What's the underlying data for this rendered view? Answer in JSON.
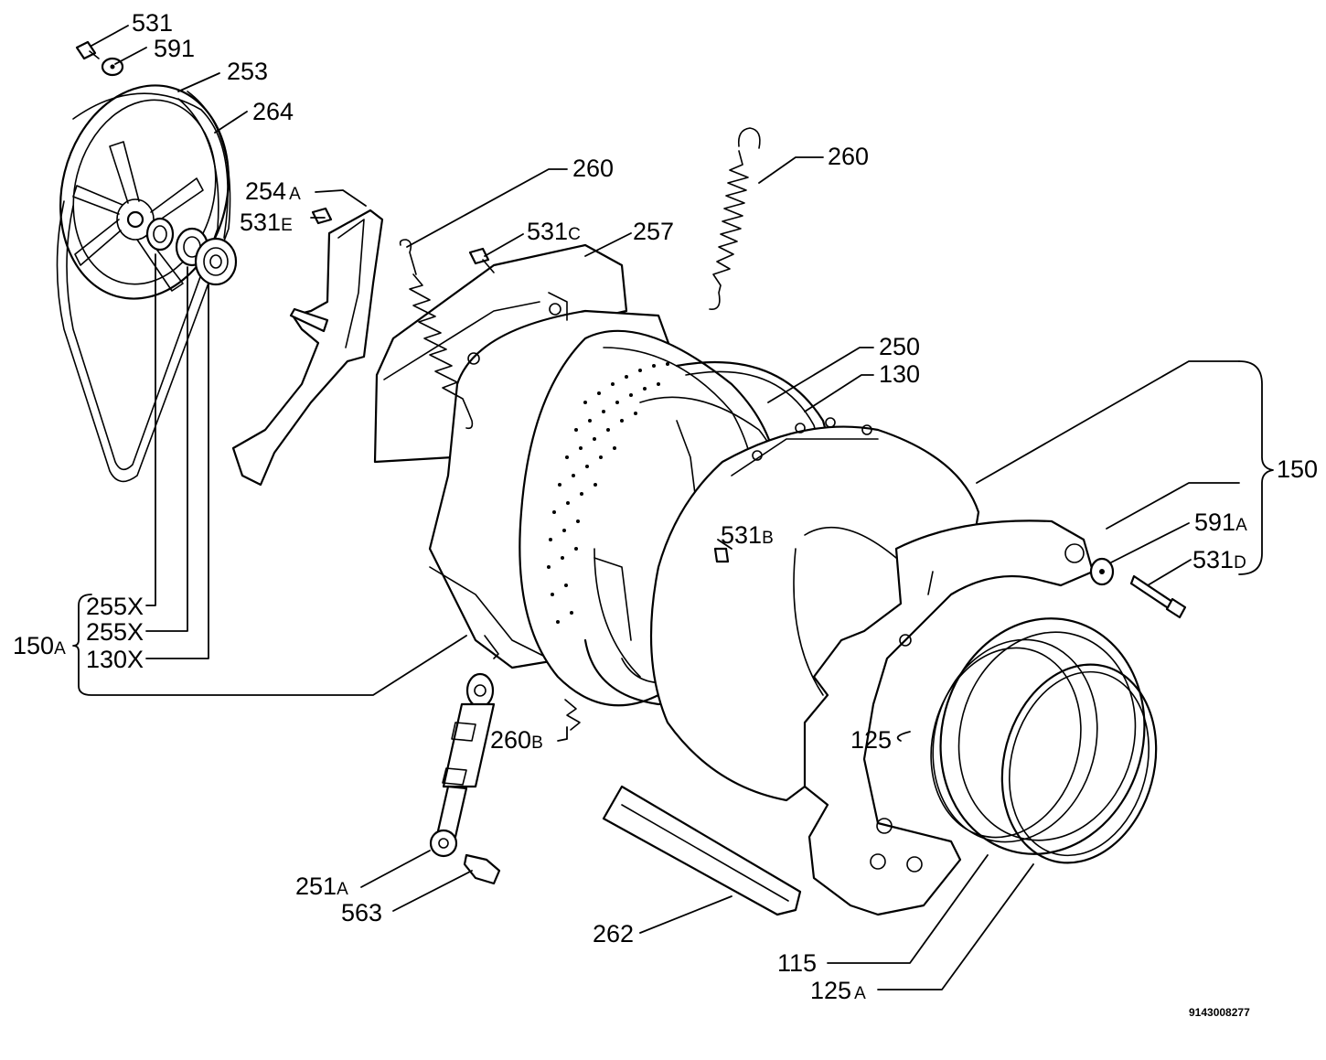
{
  "labels": {
    "l531": "531",
    "l591": "591",
    "l253": "253",
    "l264": "264",
    "l254a": "254",
    "l254a_sub": "A",
    "l531e": "531",
    "l531e_sub": "E",
    "l260_left": "260",
    "l531c": "531",
    "l531c_sub": "C",
    "l257": "257",
    "l260_right": "260",
    "l250": "250",
    "l130": "130",
    "l150": "150",
    "l531b": "531",
    "l531b_sub": "B",
    "l591a": "591",
    "l591a_sub": "A",
    "l531d": "531",
    "l531d_sub": "D",
    "l255x_1": "255X",
    "l255x_2": "255X",
    "l130x": "130X",
    "l150a": "150",
    "l150a_sub": "A",
    "l260b": "260",
    "l260b_sub": "B",
    "l125": "125",
    "l251a": "251",
    "l251a_sub": "A",
    "l563": "563",
    "l262": "262",
    "l115": "115",
    "l125a": "125",
    "l125a_sub": "A"
  },
  "document_number": "9143008277"
}
